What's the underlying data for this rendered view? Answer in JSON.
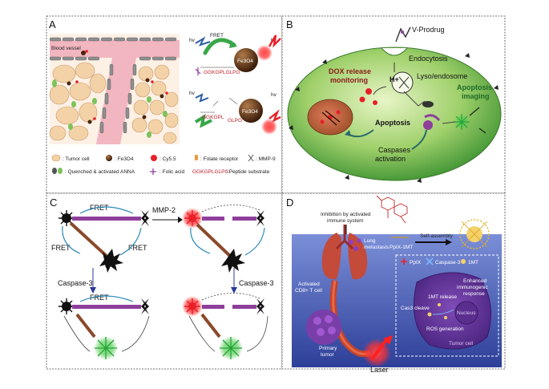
{
  "colors": {
    "background": "#ffffff",
    "panel_border": "#444444",
    "blood_vessel": "#f2b6c0",
    "tumor_cell": "#f4d2a8",
    "cell_green": "#b8d98a",
    "cy5_red": "#e8202a",
    "fe3o4_brown": "#5a2e12",
    "linker_purple": "#8e3f9c",
    "glow_green": "#4fc94f",
    "tissue_blue": "#3a4fa8",
    "tumor_purple": "#6a3ea0",
    "caspase_blue": "#3a7fd0"
  },
  "panels": {
    "a": {
      "label": "A",
      "blood_vessel": "Blood vessel",
      "fret": "FRET",
      "hv": "hv",
      "fe3o4": "Fe3O4",
      "peptide_full": "GGKGPLGLPG",
      "peptide_left": "GGKGPL",
      "peptide_right": "GLPG",
      "legend": {
        "tumor_cell": ": Tumor cell",
        "fe3o4": ": Fe3O4",
        "cy5": ": Cy5.5",
        "folate_receptor": ": Folate receptor",
        "mmp9": ": MMP-9",
        "annna": ": Quenched & activated ANNA",
        "folic_acid": ": Folic acid",
        "peptide_key": "GGKGPLGLPG",
        "peptide_desc": ": Peptide substrate"
      }
    },
    "b": {
      "label": "B",
      "v_prodrug": "V-Prodrug",
      "endocytosis": "Endocytosis",
      "lyso": "Lyso/endosome",
      "h_plus": "H+",
      "dox_release": "DOX release",
      "monitoring": "monitoring",
      "apoptosis_imaging_1": "Apoptosis",
      "apoptosis_imaging_2": "imaging",
      "apoptosis": "Apoptosis",
      "caspases": "Caspases",
      "activation": "activation"
    },
    "c": {
      "label": "C",
      "fret": "FRET",
      "mmp2": "MMP-2",
      "caspase3": "Caspase-3"
    },
    "d": {
      "label": "D",
      "inhibition_1": "Inhibition by activated",
      "inhibition_2": "immune system",
      "lung_1": "Lung",
      "lung_2": "metastasis",
      "self_assembly": "Self-assembly",
      "ppix_1mt": "PpIX-1MT",
      "cd8_1": "Activated",
      "cd8_2": "CD8+ T cell",
      "primary_1": "Primary",
      "primary_2": "tumor",
      "laser": "Laser",
      "legend_ppix": "PpIX",
      "legend_caspase": "Caspase-3",
      "legend_1mt": "1MT",
      "enhanced_1": "Enhanced",
      "enhanced_2": "immunogenic",
      "enhanced_3": "response",
      "release": "1MT release",
      "ros": "ROS generation",
      "tumor_cell": "Tumor cell",
      "nucleus": "Nucleus",
      "cas3": "Cas3 cleave"
    }
  }
}
